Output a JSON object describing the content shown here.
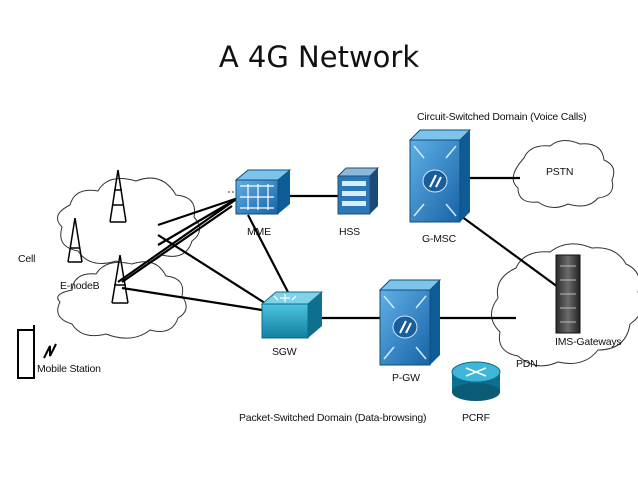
{
  "title": "A 4G Network",
  "labels": {
    "circuit_domain": "Circuit-Switched Domain (Voice Calls)",
    "packet_domain": "Packet-Switched Domain (Data-browsing)",
    "cell": "Cell",
    "enodeb": "E-nodeB",
    "mobile_station": "Mobile Station",
    "mme": "MME",
    "hss": "HSS",
    "gmsc": "G-MSC",
    "pstn": "PSTN",
    "sgw": "SGW",
    "pgw": "P-GW",
    "pdn": "PDN",
    "pcrf": "PCRF",
    "ims": "IMS-Gateways"
  },
  "colors": {
    "device_blue": "#1f7fc0",
    "device_teal": "#1b9ab8",
    "cloud_fill": "#ffffff",
    "line": "#000000"
  }
}
